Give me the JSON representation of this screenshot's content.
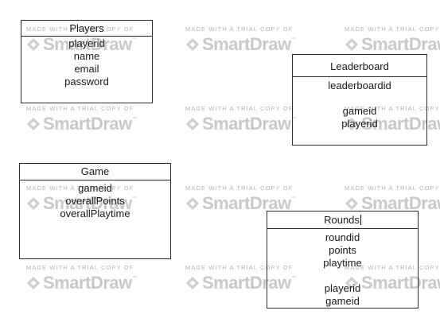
{
  "watermark": {
    "caption": "MADE WITH A TRIAL COPY OF",
    "brand": "SmartDraw",
    "trademark": "™",
    "icon": "smartdraw-logo-icon"
  },
  "entities": {
    "players": {
      "title": "Players",
      "fields": [
        "playerid",
        "name",
        "email",
        "password"
      ]
    },
    "leaderboard": {
      "title": "Leaderboard",
      "fields": [
        "leaderboardid",
        "",
        "gameid",
        "playerid"
      ]
    },
    "game": {
      "title": "Game",
      "fields": [
        "gameid",
        "overallPoints",
        "overallPlaytime"
      ]
    },
    "rounds": {
      "title": "Rounds",
      "fields": [
        "roundid",
        "points",
        "playtime",
        "",
        "playerid",
        "gameid"
      ]
    }
  }
}
